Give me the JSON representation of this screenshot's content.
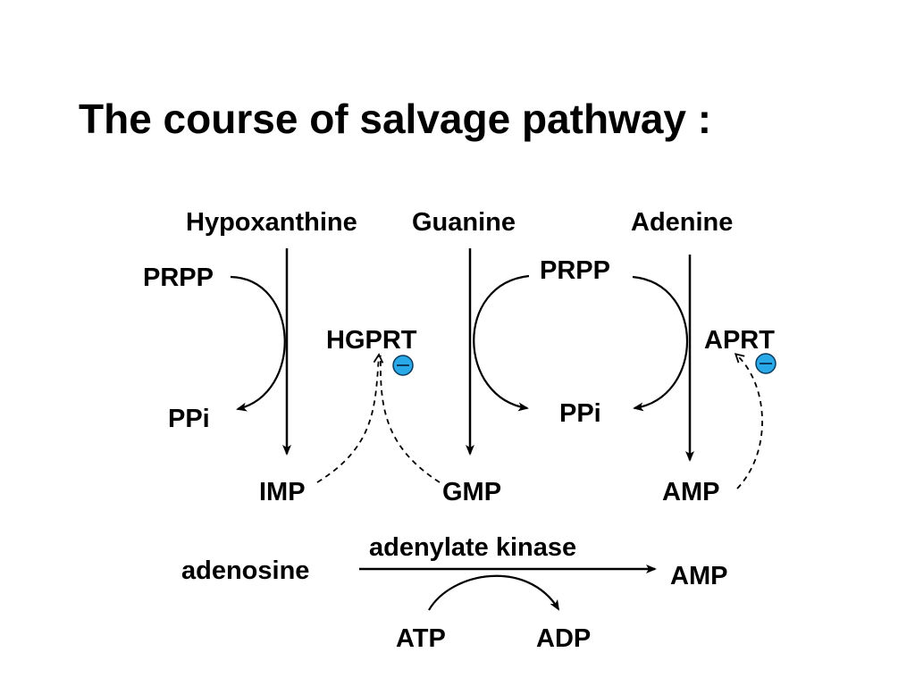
{
  "title": "The course of salvage pathway :",
  "bases": {
    "hypoxanthine": "Hypoxanthine",
    "guanine": "Guanine",
    "adenine": "Adenine"
  },
  "cosubstrates": {
    "prpp_left": "PRPP",
    "ppi_left": "PPi",
    "prpp_right": "PRPP",
    "ppi_right": "PPi"
  },
  "enzymes": {
    "hgprt": "HGPRT",
    "aprt": "APRT",
    "adenylate_kinase": "adenylate kinase"
  },
  "products": {
    "imp": "IMP",
    "gmp": "GMP",
    "amp": "AMP"
  },
  "kinase_reaction": {
    "substrate": "adenosine",
    "product": "AMP",
    "atp": "ATP",
    "adp": "ADP"
  },
  "inhibition_symbol": "–",
  "colors": {
    "inhibition_badge": "#29a9e8",
    "ink": "#000000"
  },
  "icons": [
    "inhibition-minus-icon"
  ]
}
